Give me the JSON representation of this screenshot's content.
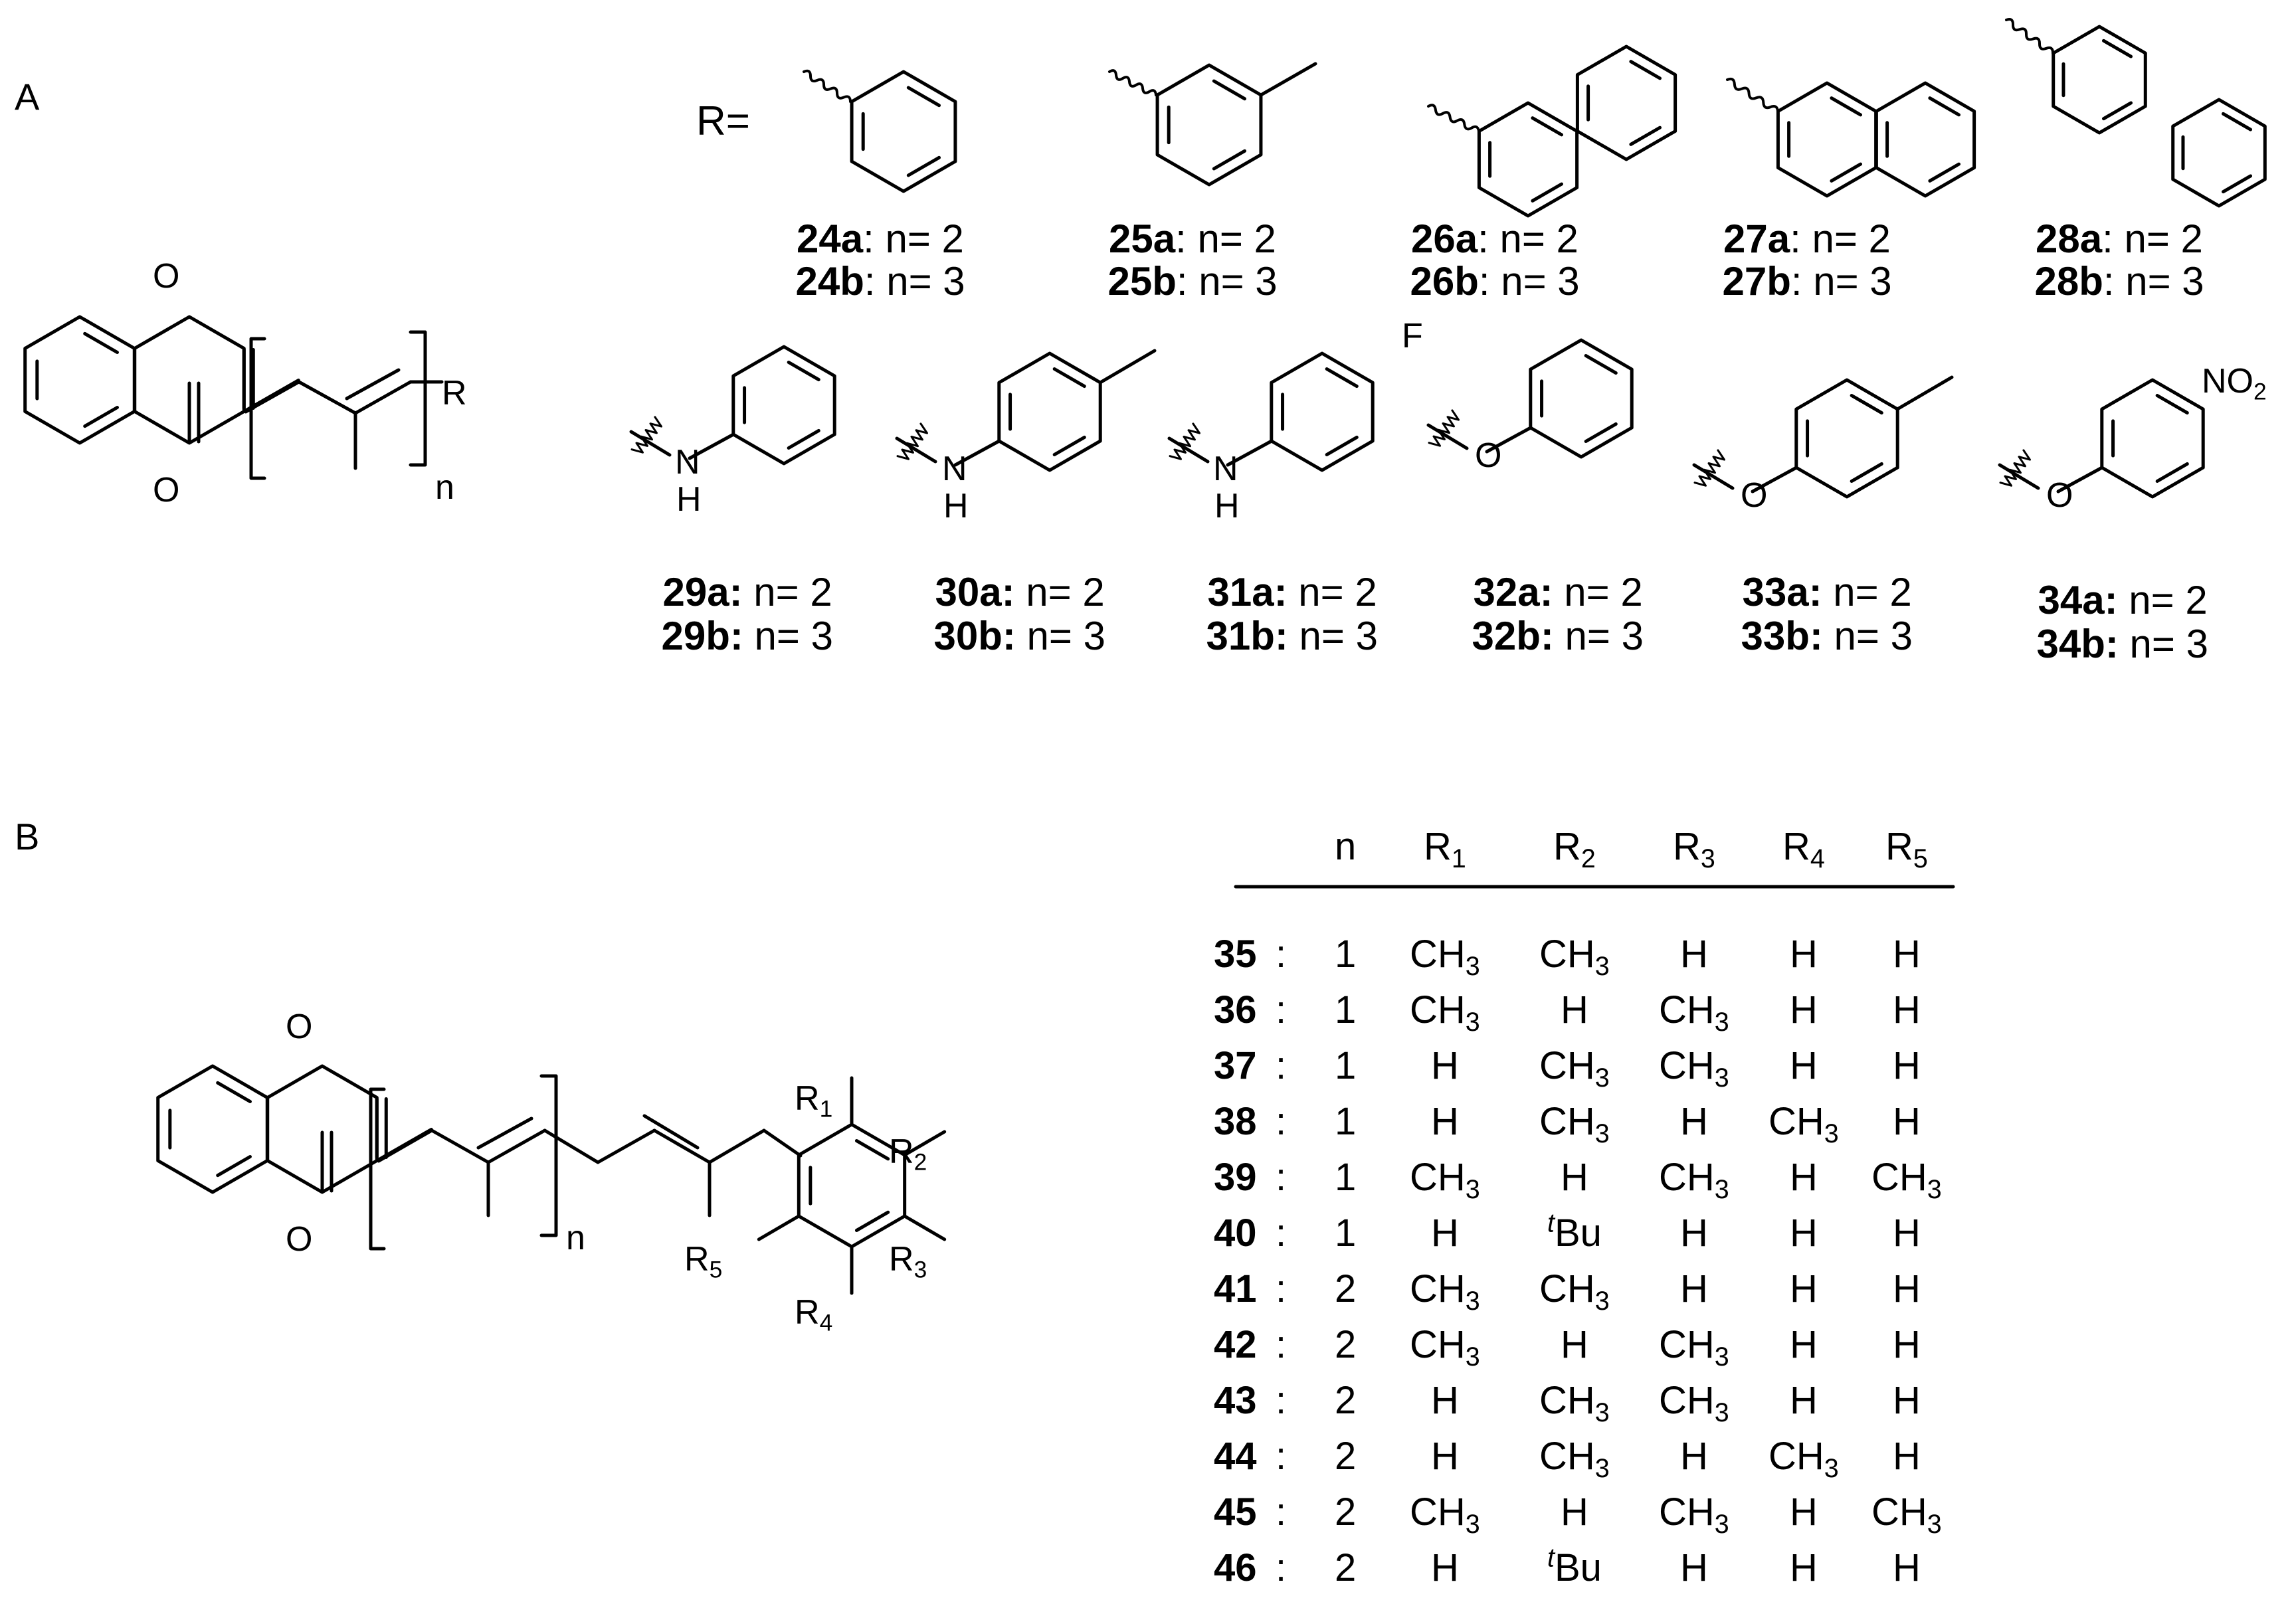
{
  "panel_a": {
    "letter": "A",
    "r_eq": "R=",
    "core": {
      "o_top": "O",
      "o_bottom": "O",
      "r": "R",
      "n": "n"
    },
    "substituents": [
      {
        "id": "24",
        "a": "24a",
        "b": "24b",
        "na": ": n= 2",
        "nb": ": n= 3"
      },
      {
        "id": "25",
        "a": "25a",
        "b": "25b",
        "na": ": n= 2",
        "nb": ": n= 3"
      },
      {
        "id": "26",
        "a": "26a",
        "b": "26b",
        "na": ": n= 2",
        "nb": ": n= 3"
      },
      {
        "id": "27",
        "a": "27a",
        "b": "27b",
        "na": ": n= 2",
        "nb": ": n= 3"
      },
      {
        "id": "28",
        "a": "28a",
        "b": "28b",
        "na": ": n= 2",
        "nb": ": n= 3"
      },
      {
        "id": "29",
        "a": "29a:",
        "b": "29b:",
        "na": " n= 2",
        "nb": " n= 3",
        "atom": "N",
        "h": "H"
      },
      {
        "id": "30",
        "a": "30a:",
        "b": "30b:",
        "na": " n= 2",
        "nb": " n= 3",
        "atom": "N",
        "h": "H"
      },
      {
        "id": "31",
        "a": "31a:",
        "b": "31b:",
        "na": " n= 2",
        "nb": " n= 3",
        "atom": "N",
        "h": "H",
        "sub": "F"
      },
      {
        "id": "32",
        "a": "32a:",
        "b": "32b:",
        "na": " n= 2",
        "nb": " n= 3",
        "atom": "O"
      },
      {
        "id": "33",
        "a": "33a:",
        "b": "33b:",
        "na": " n= 2",
        "nb": " n= 3",
        "atom": "O"
      },
      {
        "id": "34",
        "a": "34a:",
        "b": "34b:",
        "na": " n= 2",
        "nb": " n= 3",
        "atom": "O",
        "sub_main": "NO",
        "sub_index": "2"
      }
    ]
  },
  "panel_b": {
    "letter": "B",
    "core": {
      "o_top": "O",
      "o_bottom": "O",
      "n": "n"
    },
    "ring_labels": [
      {
        "main": "R",
        "index": "1"
      },
      {
        "main": "R",
        "index": "2"
      },
      {
        "main": "R",
        "index": "3"
      },
      {
        "main": "R",
        "index": "4"
      },
      {
        "main": "R",
        "index": "5"
      }
    ],
    "table": {
      "headers": [
        {
          "main": "n",
          "index": ""
        },
        {
          "main": "R",
          "index": "1"
        },
        {
          "main": "R",
          "index": "2"
        },
        {
          "main": "R",
          "index": "3"
        },
        {
          "main": "R",
          "index": "4"
        },
        {
          "main": "R",
          "index": "5"
        }
      ],
      "colon": ":",
      "rows": [
        {
          "id": "35",
          "cells": [
            "1",
            "CH3",
            "CH3",
            "H",
            "H",
            "H"
          ]
        },
        {
          "id": "36",
          "cells": [
            "1",
            "CH3",
            "H",
            "CH3",
            "H",
            "H"
          ]
        },
        {
          "id": "37",
          "cells": [
            "1",
            "H",
            "CH3",
            "CH3",
            "H",
            "H"
          ]
        },
        {
          "id": "38",
          "cells": [
            "1",
            "H",
            "CH3",
            "H",
            "CH3",
            "H"
          ]
        },
        {
          "id": "39",
          "cells": [
            "1",
            "CH3",
            "H",
            "CH3",
            "H",
            "CH3"
          ]
        },
        {
          "id": "40",
          "cells": [
            "1",
            "H",
            "tBu",
            "H",
            "H",
            "H"
          ]
        },
        {
          "id": "41",
          "cells": [
            "2",
            "CH3",
            "CH3",
            "H",
            "H",
            "H"
          ]
        },
        {
          "id": "42",
          "cells": [
            "2",
            "CH3",
            "H",
            "CH3",
            "H",
            "H"
          ]
        },
        {
          "id": "43",
          "cells": [
            "2",
            "H",
            "CH3",
            "CH3",
            "H",
            "H"
          ]
        },
        {
          "id": "44",
          "cells": [
            "2",
            "H",
            "CH3",
            "H",
            "CH3",
            "H"
          ]
        },
        {
          "id": "45",
          "cells": [
            "2",
            "CH3",
            "H",
            "CH3",
            "H",
            "CH3"
          ]
        },
        {
          "id": "46",
          "cells": [
            "2",
            "H",
            "tBu",
            "H",
            "H",
            "H"
          ]
        }
      ]
    }
  }
}
